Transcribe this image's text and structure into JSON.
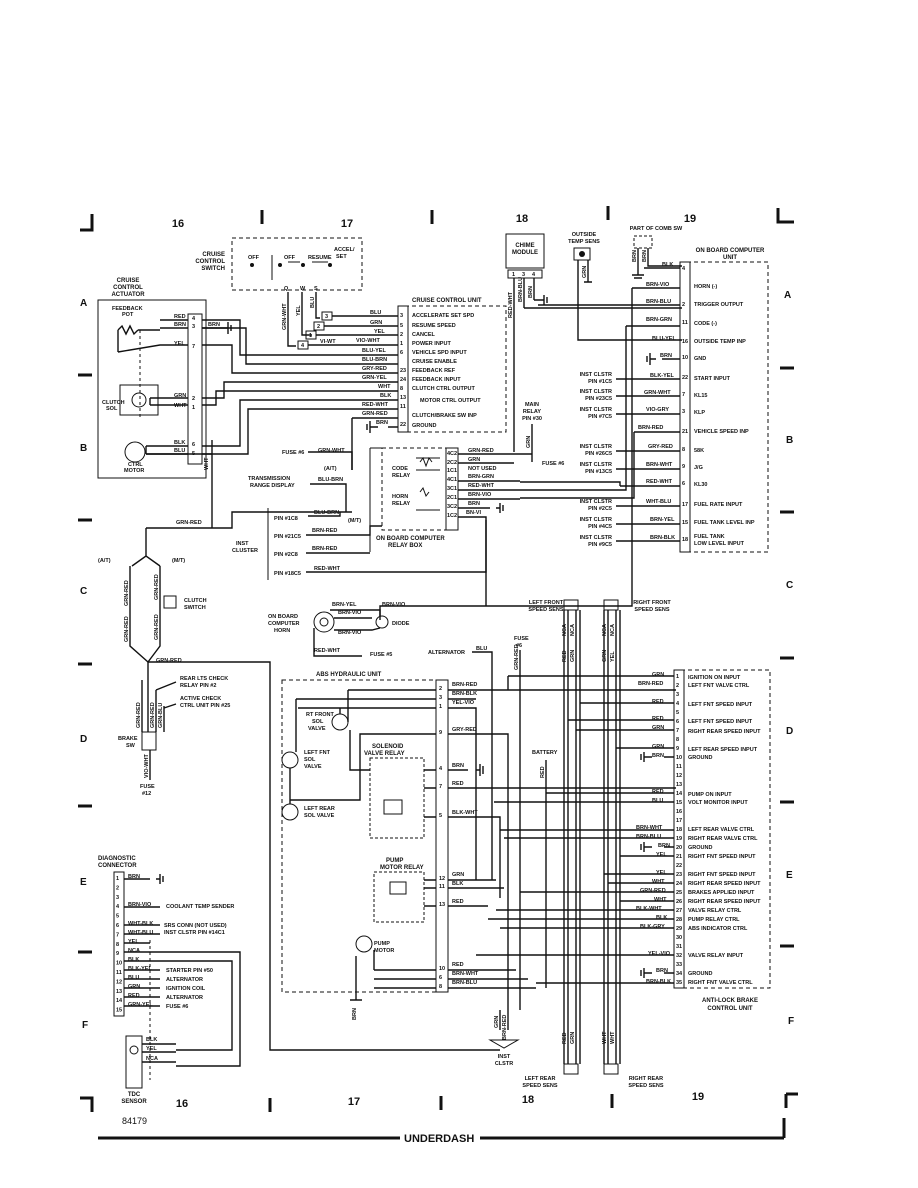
{
  "page": {
    "zones_top": [
      "16",
      "17",
      "18",
      "19"
    ],
    "zones_bottom": [
      "16",
      "17",
      "18",
      "19"
    ],
    "rows_left": [
      "A",
      "B",
      "C",
      "D",
      "E",
      "F"
    ],
    "rows_right": [
      "A",
      "B",
      "C",
      "D",
      "E",
      "F"
    ],
    "footer_id": "84179",
    "footer_title": "UNDERDASH"
  },
  "cruise_switch": {
    "title": [
      "CRUISE",
      "CONTROL",
      "SWITCH"
    ],
    "positions": [
      "OFF",
      "OFF",
      "RESUME",
      "ACCEL/",
      "SET"
    ],
    "terminals": [
      "Q",
      "W",
      "S"
    ],
    "wires": [
      "GRN-WHT",
      "YEL",
      "BLU"
    ]
  },
  "actuator": {
    "title": [
      "CRUISE",
      "CONTROL",
      "ACTUATOR"
    ],
    "feedback_pot": [
      "FEEDBACK",
      "POT"
    ],
    "clutch_sol": [
      "CLUTCH",
      "SOL"
    ],
    "ctrl_motor": [
      "CTRL",
      "MOTOR"
    ],
    "wires": [
      "RED",
      "BRN",
      "YEL",
      "GRN",
      "WHT",
      "BLK",
      "BLU"
    ],
    "pins": [
      "4",
      "3",
      "7",
      "2",
      "1",
      "6",
      "5"
    ],
    "brn_gnd": "BRN"
  },
  "cruise_unit": {
    "title": "CRUISE CONTROL UNIT",
    "pins": [
      "3",
      "5",
      "2",
      "1",
      "6",
      "23",
      "24",
      "8",
      "13",
      "11",
      "22"
    ],
    "wires": [
      "BLU",
      "GRN",
      "YEL",
      "VIO-WHT",
      "BLU-YEL",
      "BLU-BRN",
      "GRY-RED",
      "GRN-YEL",
      "WHT",
      "BLK",
      "RED-WHT",
      "GRN-RED",
      "BRN"
    ],
    "functions": [
      "ACCELERATE SET SPD",
      "RESUME SPEED",
      "CANCEL",
      "POWER INPUT",
      "VEHICLE SPD INPUT",
      "CRUISE ENABLE",
      "FEEDBACK REF",
      "FEEDBACK INPUT",
      "CLUTCH CTRL OUTPUT",
      "MOTOR CTRL OUTPUT",
      "CLUTCH/BRAKE SW INP",
      "GROUND"
    ],
    "vi_wt": "VI-WT"
  },
  "chime": {
    "title": [
      "CHIME",
      "MODULE"
    ],
    "pins": [
      "1",
      "3",
      "4"
    ],
    "wires": [
      "RED-WHT",
      "BRN-BLU",
      "BRN"
    ]
  },
  "main_relay": {
    "label": [
      "MAIN",
      "RELAY",
      "PIN #30"
    ],
    "wire": "GRN"
  },
  "outside_temp": {
    "label": [
      "OUTSIDE",
      "TEMP SENS"
    ],
    "wire": "GRN"
  },
  "comb_sw": {
    "label": "PART OF COMB SW",
    "wires": [
      "BRN",
      "BRN"
    ]
  },
  "obc_unit": {
    "title": [
      "ON BOARD COMPUTER",
      "UNIT"
    ],
    "pins": [
      "4",
      "2",
      "11",
      "16",
      "10",
      "22",
      "7",
      "3",
      "21",
      "8",
      "9",
      "6",
      "17",
      "15",
      "18"
    ],
    "wires": [
      "BLK",
      "BRN-VIO",
      "BRN-BLU",
      "BRN-GRN",
      "BLU-YEL",
      "BRN",
      "BLK-YEL",
      "GRN-WHT",
      "VIO-GRY",
      "BRN-RED",
      "GRY-RED",
      "BRN-WHT",
      "RED-WHT",
      "WHT-BLU",
      "BRN-YEL",
      "BRN-BLK"
    ],
    "functions": [
      "HORN (-)",
      "TRIGGER OUTPUT",
      "CODE (-)",
      "OUTSIDE TEMP INP",
      "GND",
      "START INPUT",
      "KL15",
      "KLP",
      "VEHICLE SPEED INP",
      "58K",
      "J/G",
      "KL30",
      "FUEL RATE INPUT",
      "FUEL TANK LEVEL INP",
      "FUEL TANK",
      "LOW LEVEL INPUT"
    ],
    "inst_cluster_pins": [
      "INST CLSTR",
      "PIN #1C5",
      "INST CLSTR",
      "PIN #23C5",
      "INST CLSTR",
      "PIN #7C5",
      "INST CLSTR",
      "PIN #26C5",
      "INST CLSTR",
      "PIN #13C5",
      "INST CLSTR",
      "PIN #2C5",
      "INST CLSTR",
      "PIN #4C5",
      "INST CLSTR",
      "PIN #9C5"
    ]
  },
  "relay_box": {
    "title": [
      "ON BOARD COMPUTER",
      "RELAY BOX"
    ],
    "code_relay": [
      "CODE",
      "RELAY"
    ],
    "horn_relay": [
      "HORN",
      "RELAY"
    ],
    "pins": [
      "4C2",
      "2C2",
      "1C1",
      "4C1",
      "3C1",
      "2C1",
      "3C2",
      "1C2"
    ],
    "wires": [
      "GRN-RED",
      "GRN",
      "NOT USED",
      "BRN-GRN",
      "RED-WHT",
      "BRN-VIO",
      "BRN",
      "BN-VI"
    ],
    "fuse": "FUSE #6"
  },
  "left_mid": {
    "fuse6": "FUSE #6",
    "grn_wht": "GRN-WHT",
    "trans_range": [
      "TRANSMISSION",
      "RANGE DISPLAY"
    ],
    "at": "(A/T)",
    "mt": "(M/T)",
    "blu_brn": "BLU-BRN",
    "inst_cluster": [
      "INST",
      "CLUSTER"
    ],
    "cluster_pins": [
      "PIN #1C8",
      "PIN #21C5",
      "PIN #2C8",
      "PIN #18C5"
    ],
    "cluster_wires": [
      "BLU-BRN",
      "BRN-RED",
      "BRN-RED",
      "RED-WHT"
    ],
    "grn_red": "GRN-RED",
    "wht": "WHT"
  },
  "clutch_switch": {
    "label": [
      "CLUTCH",
      "SWITCH"
    ],
    "at": "(A/T)",
    "mt": "(M/T)",
    "wires": [
      "GRN-RED",
      "GRN-RED",
      "GRN-RED",
      "GRN-RED"
    ]
  },
  "horn": {
    "label": [
      "ON BOARD",
      "COMPUTER",
      "HORN"
    ],
    "wires": [
      "BRN-YEL",
      "BRN-VIO",
      "BRN-VIO",
      "BRN-VIO",
      "RED-WHT"
    ],
    "diode": "DIODE",
    "fuse": "FUSE #5"
  },
  "brake_sw": {
    "label": [
      "BRAKE",
      "SW"
    ],
    "rear_lts": [
      "REAR LTS CHECK",
      "RELAY PIN #2"
    ],
    "active_check": [
      "ACTIVE CHECK",
      "CTRL UNIT PIN #25"
    ],
    "wires": [
      "GRN-RED",
      "GRN-RED",
      "GRN-BLU",
      "VIO-WHT",
      "GRN-RED"
    ],
    "fuse": [
      "FUSE",
      "#12"
    ]
  },
  "abs_unit": {
    "title": "ABS HYDRAULIC UNIT",
    "rt_front": [
      "RT FRONT",
      "SOL",
      "VALVE"
    ],
    "left_fnt": [
      "LEFT FNT",
      "SOL",
      "VALVE"
    ],
    "left_rear": [
      "LEFT REAR",
      "SOL VALVE"
    ],
    "solenoid_relay": [
      "SOLENOID",
      "VALVE RELAY"
    ],
    "pump_relay": [
      "PUMP",
      "MOTOR RELAY"
    ],
    "pump_motor": [
      "PUMP",
      "MOTOR"
    ],
    "pins": [
      "2",
      "3",
      "1",
      "9",
      "4",
      "7",
      "5",
      "12",
      "11",
      "13",
      "10",
      "6",
      "8"
    ],
    "wires": [
      "BRN-RED",
      "BRN-BLK",
      "YEL-VIO",
      "GRY-RED",
      "BRN",
      "RED",
      "BLK-WHT",
      "GRN",
      "BLK",
      "RED",
      "RED",
      "BRN-WHT",
      "BRN-BLU",
      "BRN"
    ],
    "battery": "BATTERY",
    "alternator": "ALTERNATOR",
    "blu": "BLU",
    "fuse6": [
      "FUSE",
      "#6"
    ],
    "grn_red": "GRN-RED",
    "red": "RED"
  },
  "speed_sensors": {
    "left_front": [
      "LEFT FRONT",
      "SPEED SENS"
    ],
    "right_front": [
      "RIGHT FRONT",
      "SPEED SENS"
    ],
    "left_rear": [
      "LEFT REAR",
      "SPEED SENS"
    ],
    "right_rear": [
      "RIGHT REAR",
      "SPEED SENS"
    ],
    "wires": [
      "NCA",
      "NCA",
      "NCA",
      "NCA",
      "RED",
      "GRN",
      "GRN",
      "YEL",
      "RED",
      "GRN",
      "WHT",
      "WHT"
    ]
  },
  "abs_ctrl": {
    "title": [
      "ANTI-LOCK BRAKE",
      "CONTROL UNIT"
    ],
    "pins": [
      "1",
      "2",
      "3",
      "4",
      "5",
      "6",
      "7",
      "8",
      "9",
      "10",
      "11",
      "12",
      "13",
      "14",
      "15",
      "16",
      "17",
      "18",
      "19",
      "20",
      "21",
      "22",
      "23",
      "24",
      "25",
      "26",
      "27",
      "28",
      "29",
      "30",
      "31",
      "32",
      "33",
      "34",
      "35"
    ],
    "wires": [
      "GRN",
      "BRN-RED",
      "RED",
      "RED",
      "GRN",
      "GRN",
      "BRN",
      "RED",
      "BLU",
      "BRN-WHT",
      "BRN-BLU",
      "BRN",
      "YEL",
      "YEL",
      "WHT",
      "GRN-RED",
      "WHT",
      "BLK-WHT",
      "BLK",
      "BLK-GRY",
      "YEL-VIO",
      "BRN",
      "BRN-BLK"
    ],
    "functions": [
      "IGNITION ON INPUT",
      "LEFT FNT VALVE CTRL",
      "LEFT FNT SPEED INPUT",
      "LEFT FNT SPEED INPUT",
      "RIGHT REAR SPEED INPUT",
      "LEFT REAR SPEED INPUT",
      "GROUND",
      "PUMP ON INPUT",
      "VOLT MONITOR INPUT",
      "LEFT REAR VALVE CTRL",
      "RIGHT REAR VALVE CTRL",
      "GROUND",
      "RIGHT FNT SPEED INPUT",
      "RIGHT FNT SPEED INPUT",
      "RIGHT REAR SPEED INPUT",
      "BRAKES APPLIED INPUT",
      "RIGHT REAR SPEED INPUT",
      "VALVE RELAY CTRL",
      "PUMP RELAY CTRL",
      "ABS INDICATOR CTRL",
      "VALVE RELAY INPUT",
      "GROUND",
      "RIGHT FNT VALVE CTRL"
    ]
  },
  "diagnostic": {
    "title": [
      "DIAGNOSTIC",
      "CONNECTOR"
    ],
    "pins": [
      "1",
      "2",
      "3",
      "4",
      "5",
      "6",
      "7",
      "8",
      "9",
      "10",
      "11",
      "12",
      "13",
      "14",
      "15"
    ],
    "wires": [
      "BRN",
      "BRN-VIO",
      "WHT-BLK",
      "WHT-BLU",
      "YEL",
      "NCA",
      "BLK",
      "BLK-YEL",
      "BLU",
      "GRN",
      "RED",
      "GRN-YEL"
    ],
    "targets": [
      "COOLANT TEMP SENDER",
      "SRS CONN (NOT USED)",
      "INST CLSTR PIN #14C1",
      "STARTER PIN #50",
      "ALTERNATOR",
      "IGNITION COIL",
      "ALTERNATOR",
      "FUSE #6"
    ]
  },
  "tdc": {
    "label": [
      "TDC",
      "SENSOR"
    ],
    "wires": [
      "BLK",
      "YEL",
      "NCA"
    ]
  },
  "inst_clstr_bottom": [
    "INST",
    "CLSTR"
  ],
  "inst_clstr_wires": [
    "GRN",
    "BRN-RED"
  ]
}
